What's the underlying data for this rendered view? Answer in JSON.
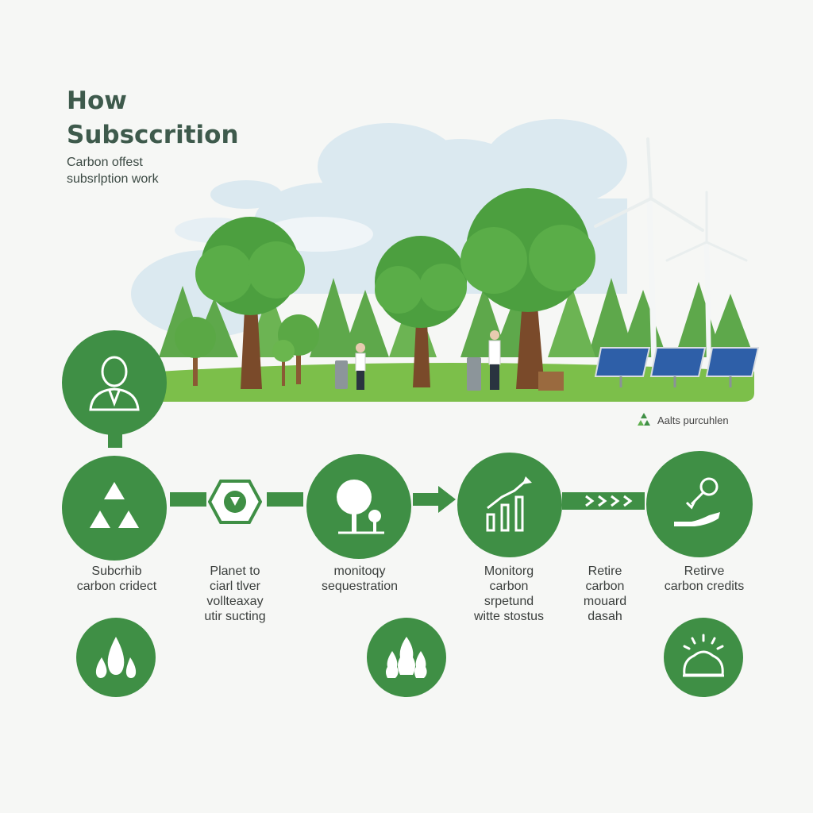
{
  "header": {
    "title_line1": "How",
    "title_line2": "Subsccrition",
    "subtitle_line1": "Carbon offest",
    "subtitle_line2": "subsrlption work"
  },
  "legend": {
    "text": "Aalts purcuhlen"
  },
  "steps": [
    {
      "lines": [
        "Subcrhib",
        "carbon cridect"
      ]
    },
    {
      "lines": [
        "Planet to",
        "ciarl tlver",
        "vollteaxay",
        "utir sucting"
      ]
    },
    {
      "lines": [
        "monitoqy",
        "sequestration"
      ]
    },
    {
      "lines": [
        "Monitorg",
        "carbon",
        "srpetund",
        "witte stostus"
      ]
    },
    {
      "lines": [
        "Retire",
        "carbon",
        "mouard",
        "dasah"
      ]
    },
    {
      "lines": [
        "Retirve",
        "carbon credits"
      ]
    }
  ],
  "icons": {
    "person": "user-icon",
    "step1": "recycle-icon",
    "step2": "recycle-badge-icon",
    "step3": "tree-icon",
    "step4": "growth-chart-icon",
    "step5": "hand-offer-icon",
    "bottom1": "water-drops-icon",
    "bottom2": "forest-icon",
    "bottom3": "sun-shrub-icon"
  },
  "colors": {
    "primary_green": "#3f8f45",
    "light_green": "#77bd4c",
    "sky": "#dbeaf1"
  }
}
